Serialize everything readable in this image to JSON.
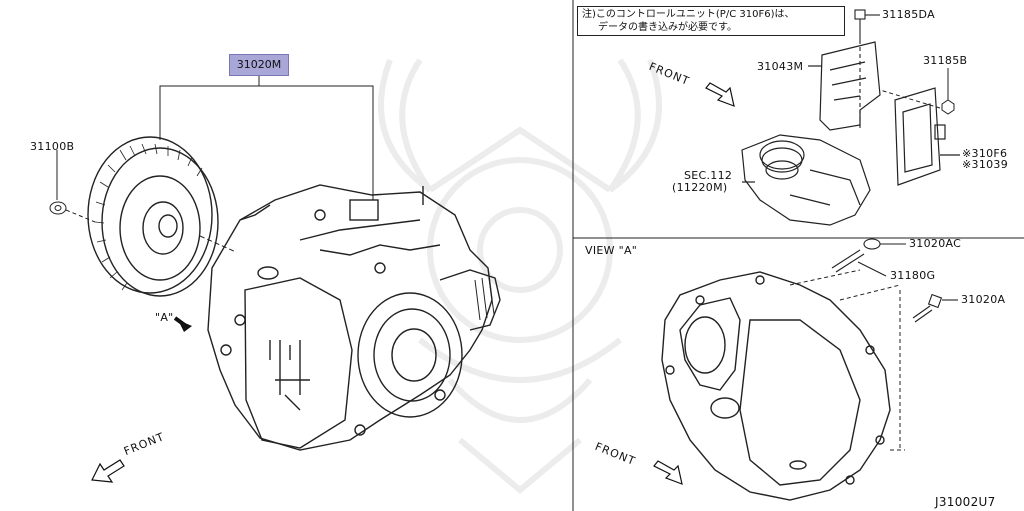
{
  "main_assembly": {
    "part_number": "31020M",
    "torque_converter_bolt": "31100B",
    "view_marker": "\"A\"",
    "front_label": "FRONT"
  },
  "control_unit_panel": {
    "note_line1": "注)このコントロールユニット(P/C 310F6)は、",
    "note_line2": "データの書き込みが必要です。",
    "front_label": "FRONT",
    "parts": {
      "screw_top": "31185DA",
      "bracket": "31043M",
      "nut": "31185B",
      "control_unit_a": "※310F6",
      "control_unit_b": "※31039",
      "sec_ref": "SEC.112",
      "sec_ref_sub": "(11220M)"
    }
  },
  "view_a_panel": {
    "title": "VIEW \"A\"",
    "front_label": "FRONT",
    "parts": {
      "washer": "31020AC",
      "stud": "31180G",
      "bolt": "31020A"
    }
  },
  "diagram_id": "J31002U7"
}
